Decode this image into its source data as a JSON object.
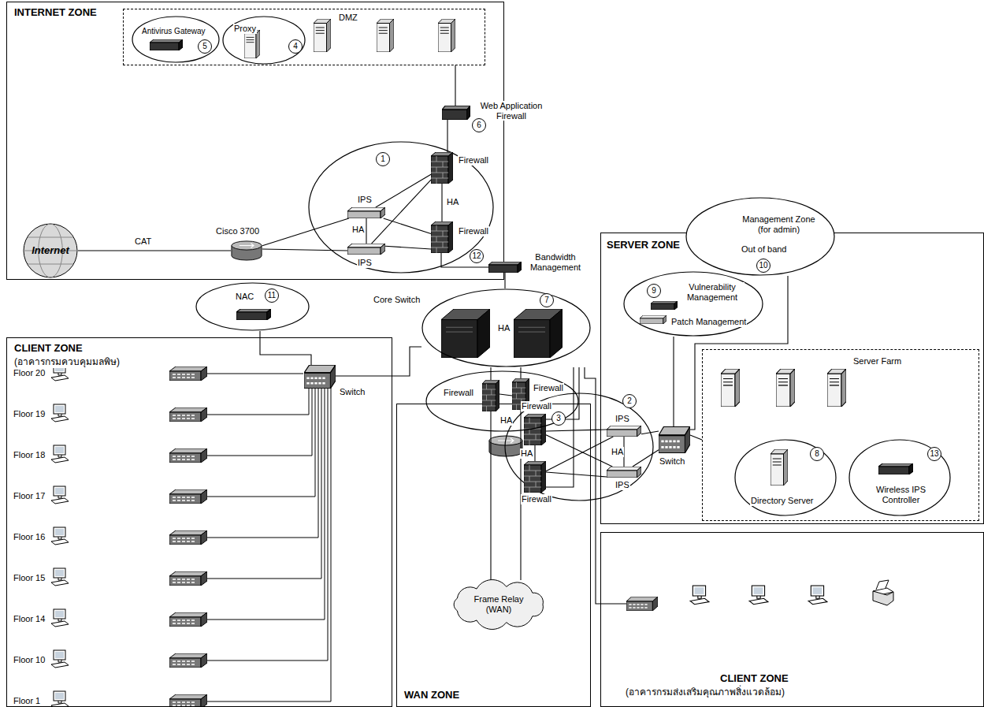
{
  "diagram": {
    "nodes": [
      {
        "text": [
          "INTERNET ZONE"
        ]
      },
      {
        "text": [
          "DMZ"
        ],
        "in": 0
      },
      {
        "text": [
          "Antivirus Gateway",
          "5"
        ],
        "in": 1
      },
      {
        "text": [
          "Proxy",
          "4"
        ],
        "in": 1
      },
      {
        "text": [
          "Web Application Firewall",
          "6"
        ],
        "in": 0
      },
      {
        "text": [
          "Internet"
        ],
        "in": 0
      },
      {
        "text": [
          "Cisco 3700"
        ],
        "in": 0
      },
      {
        "text": [
          "1"
        ],
        "in": 0
      },
      {
        "text": [
          "IPS"
        ],
        "in": 7
      },
      {
        "text": [
          "IPS"
        ],
        "in": 7
      },
      {
        "text": [
          "Firewall"
        ],
        "in": 7
      },
      {
        "text": [
          "Firewall"
        ],
        "in": 7
      },
      {
        "text": [
          "Bandwidth Management",
          "12"
        ]
      },
      {
        "text": [
          "NAC",
          "11"
        ]
      },
      {
        "text": [
          "CLIENT ZONE",
          "(อาคารกรมควบคุมมลพิษ)"
        ]
      },
      {
        "text": [
          "Switch"
        ],
        "in": 14
      },
      {
        "text": [
          "Core Switch",
          "HA",
          "7"
        ]
      },
      {
        "text": [
          "SERVER ZONE"
        ]
      },
      {
        "text": [
          "2"
        ]
      },
      {
        "text": [
          "Firewall"
        ],
        "in": 18
      },
      {
        "text": [
          "Firewall"
        ],
        "in": 18
      },
      {
        "text": [
          "IPS"
        ],
        "in": 18
      },
      {
        "text": [
          "IPS"
        ],
        "in": 18
      },
      {
        "text": [
          "Switch"
        ],
        "in": 17
      },
      {
        "text": [
          "Vulnerability Management",
          "Patch Management",
          "9"
        ],
        "in": 17
      },
      {
        "text": [
          "Server Farm"
        ],
        "in": 17
      },
      {
        "text": [
          "Directory Server",
          "8"
        ],
        "in": 25
      },
      {
        "text": [
          "Wireless IPS Controller",
          "13"
        ],
        "in": 25
      },
      {
        "text": [
          "Management Zone (for admin)",
          "Out of band",
          "10"
        ]
      },
      {
        "text": [
          "WAN ZONE"
        ]
      },
      {
        "text": [
          "3"
        ]
      },
      {
        "text": [
          "Firewall"
        ],
        "in": 30
      },
      {
        "text": [
          "Firewall"
        ],
        "in": 30
      },
      {
        "text": [
          "Frame Relay (WAN)"
        ],
        "in": 29
      },
      {
        "text": [
          "CLIENT ZONE",
          "(อาคารกรมส่งเสริมคุณภาพสิ่งแวดล้อม)"
        ]
      }
    ],
    "edges": [
      {
        "from": 5,
        "to": 6,
        "arrow": "none",
        "label": "CAT"
      },
      {
        "from": 6,
        "to": 8,
        "arrow": "none"
      },
      {
        "from": 6,
        "to": 9,
        "arrow": "none"
      },
      {
        "from": 8,
        "to": 9,
        "arrow": "none",
        "label": "HA"
      },
      {
        "from": 8,
        "to": 10,
        "arrow": "none"
      },
      {
        "from": 8,
        "to": 11,
        "arrow": "none"
      },
      {
        "from": 9,
        "to": 10,
        "arrow": "none"
      },
      {
        "from": 9,
        "to": 11,
        "arrow": "none"
      },
      {
        "from": 10,
        "to": 11,
        "arrow": "none",
        "label": "HA"
      },
      {
        "from": 10,
        "to": 4,
        "arrow": "none"
      },
      {
        "from": 4,
        "to": 1,
        "arrow": "none"
      },
      {
        "from": 11,
        "to": 12,
        "arrow": "none"
      },
      {
        "from": 12,
        "to": 16,
        "arrow": "none"
      },
      {
        "from": 13,
        "to": 15,
        "arrow": "none"
      },
      {
        "from": 15,
        "to": 16,
        "arrow": "none"
      },
      {
        "from": 16,
        "to": 31,
        "arrow": "none"
      },
      {
        "from": 16,
        "to": 32,
        "arrow": "none"
      },
      {
        "from": 31,
        "to": 32,
        "arrow": "none",
        "label": "HA"
      },
      {
        "from": 31,
        "to": 33,
        "arrow": "none"
      },
      {
        "from": 32,
        "to": 33,
        "arrow": "none"
      },
      {
        "from": 16,
        "to": 19,
        "arrow": "none"
      },
      {
        "from": 16,
        "to": 20,
        "arrow": "none"
      },
      {
        "from": 19,
        "to": 20,
        "arrow": "none",
        "label": "HA"
      },
      {
        "from": 19,
        "to": 21,
        "arrow": "none"
      },
      {
        "from": 19,
        "to": 22,
        "arrow": "none"
      },
      {
        "from": 20,
        "to": 21,
        "arrow": "none"
      },
      {
        "from": 20,
        "to": 22,
        "arrow": "none"
      },
      {
        "from": 21,
        "to": 22,
        "arrow": "none",
        "label": "HA"
      },
      {
        "from": 21,
        "to": 23,
        "arrow": "none"
      },
      {
        "from": 22,
        "to": 23,
        "arrow": "none"
      },
      {
        "from": 23,
        "to": 24,
        "arrow": "none"
      },
      {
        "from": 23,
        "to": 25,
        "arrow": "none"
      },
      {
        "from": 28,
        "to": 23,
        "arrow": "none"
      },
      {
        "from": 16,
        "to": 34,
        "arrow": "none"
      }
    ],
    "labels": [
      "Floor 20",
      "Floor 19",
      "Floor 18",
      "Floor 17",
      "Floor 16",
      "Floor 15",
      "Floor 14",
      "Floor 10",
      "Floor 1"
    ]
  }
}
